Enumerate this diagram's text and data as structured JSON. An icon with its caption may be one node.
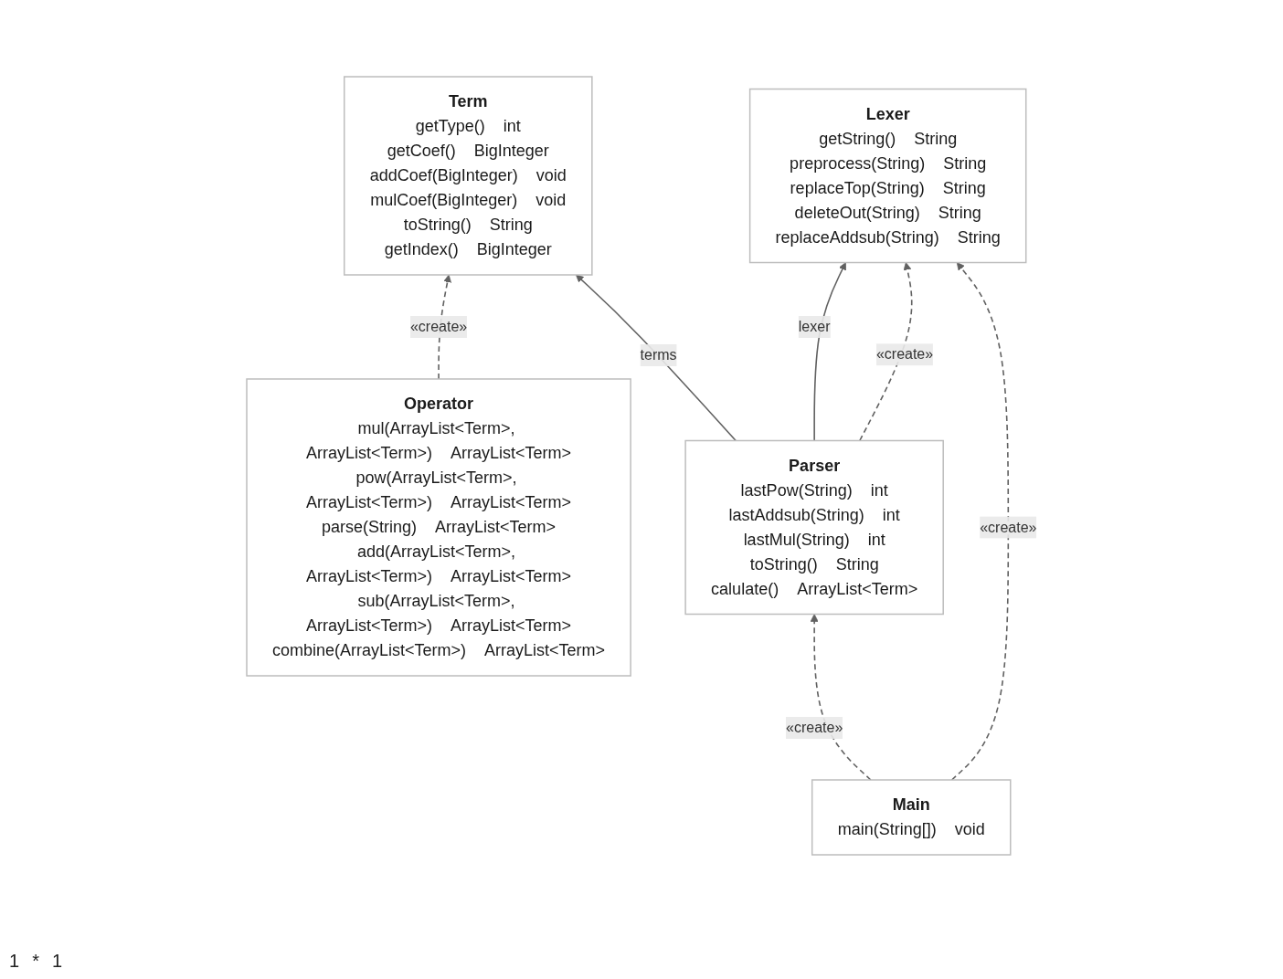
{
  "diagram": {
    "nodes": [
      {
        "text": [
          "Term",
          "getType()",
          "int",
          "getCoef()",
          "BigInteger",
          "addCoef(BigInteger)",
          "void",
          "mulCoef(BigInteger)",
          "void",
          "toString()",
          "String",
          "getIndex()",
          "BigInteger"
        ]
      },
      {
        "text": [
          "Lexer",
          "getString()",
          "String",
          "preprocess(String)",
          "String",
          "replaceTop(String)",
          "String",
          "deleteOut(String)",
          "String",
          "replaceAddsub(String)",
          "String"
        ]
      },
      {
        "text": [
          "Operator",
          "mul(ArrayList<Term>, ArrayList<Term>)",
          "ArrayList<Term>",
          "pow(ArrayList<Term>, ArrayList<Term>)",
          "ArrayList<Term>",
          "parse(String)",
          "ArrayList<Term>",
          "add(ArrayList<Term>, ArrayList<Term>)",
          "ArrayList<Term>",
          "sub(ArrayList<Term>, ArrayList<Term>)",
          "ArrayList<Term>",
          "combine(ArrayList<Term>)",
          "ArrayList<Term>"
        ]
      },
      {
        "text": [
          "Parser",
          "lastPow(String)",
          "int",
          "lastAddsub(String)",
          "int",
          "lastMul(String)",
          "int",
          "toString()",
          "String",
          "calulate()",
          "ArrayList<Term>"
        ]
      },
      {
        "text": [
          "Main",
          "main(String[])",
          "void"
        ]
      }
    ],
    "edges": [
      {
        "from": 2,
        "to": 0,
        "arrow": "to",
        "label": "«create»",
        "style": "dashed"
      },
      {
        "from": 3,
        "to": 0,
        "arrow": "to",
        "label": "terms"
      },
      {
        "from": 3,
        "to": 1,
        "arrow": "to",
        "label": "lexer"
      },
      {
        "from": 3,
        "to": 1,
        "arrow": "to",
        "label": "«create»",
        "style": "dashed"
      },
      {
        "from": 4,
        "to": 1,
        "arrow": "to",
        "label": "«create»",
        "style": "dashed"
      },
      {
        "from": 4,
        "to": 3,
        "arrow": "to",
        "label": "«create»",
        "style": "dashed"
      }
    ],
    "labels": [
      "1",
      "*",
      "1"
    ]
  }
}
